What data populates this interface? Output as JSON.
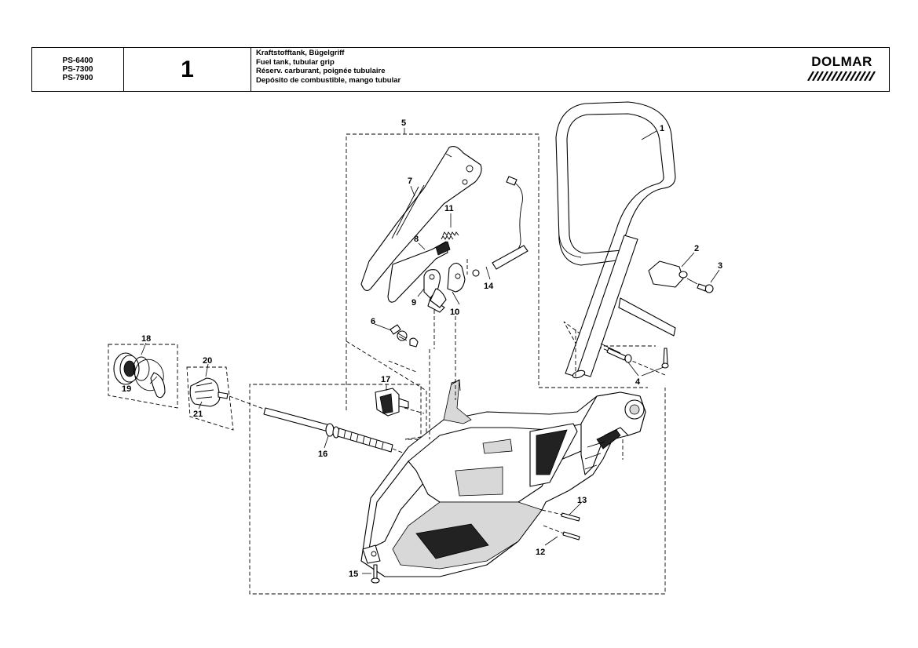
{
  "header": {
    "models": [
      "PS-6400",
      "PS-7300",
      "PS-7900"
    ],
    "group_number": "1",
    "titles": [
      "Kraftstofftank, Bügelgriff",
      "Fuel tank, tubular grip",
      "Réserv. carburant, poignée tubulaire",
      "Depósito de combustible, mango tubular"
    ],
    "brand": "DOLMAR"
  },
  "callouts": {
    "p1": "1",
    "p2": "2",
    "p3": "3",
    "p4": "4",
    "p5": "5",
    "p6": "6",
    "p7": "7",
    "p8": "8",
    "p9": "9",
    "p10": "10",
    "p11": "11",
    "p12": "12",
    "p13": "13",
    "p14": "14",
    "p15": "15",
    "p16": "16",
    "p17": "17",
    "p18": "18",
    "p19": "19",
    "p20": "20",
    "p21": "21"
  }
}
